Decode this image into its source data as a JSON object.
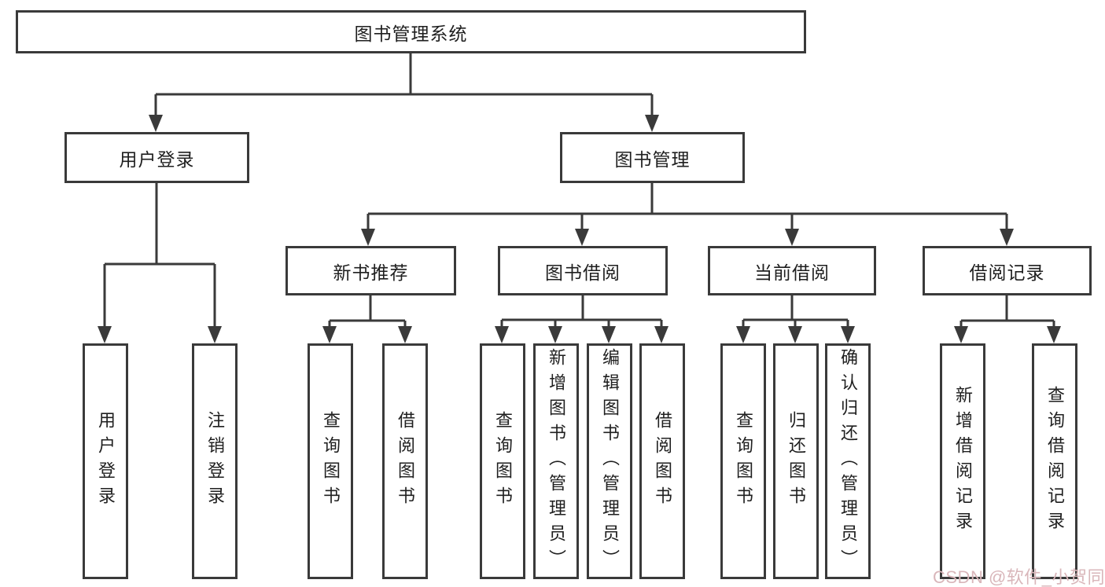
{
  "diagram": {
    "title": "图书管理系统",
    "colors": {
      "line": "#3a3a3a",
      "text": "#1f1f1f",
      "background": "#ffffff",
      "watermark": "#d9b6ba"
    },
    "nodes": {
      "root": {
        "label": "图书管理系统"
      },
      "user_login": {
        "label": "用户登录"
      },
      "book_management": {
        "label": "图书管理"
      },
      "new_book_recommend": {
        "label": "新书推荐"
      },
      "book_borrowing": {
        "label": "图书借阅"
      },
      "current_borrowing": {
        "label": "当前借阅"
      },
      "borrowing_records": {
        "label": "借阅记录"
      },
      "leaf_user_login": {
        "label": "用户登录"
      },
      "leaf_logout": {
        "label": "注销登录"
      },
      "nbr_query_books": {
        "label": "查询图书"
      },
      "nbr_borrow_books": {
        "label": "借阅图书"
      },
      "bb_query_books": {
        "label": "查询图书"
      },
      "bb_add_books": {
        "label": "新增图书（管理员）"
      },
      "bb_edit_books": {
        "label": "编辑图书（管理员）"
      },
      "bb_borrow_books": {
        "label": "借阅图书"
      },
      "cb_query_books": {
        "label": "查询图书"
      },
      "cb_return_books": {
        "label": "归还图书"
      },
      "cb_confirm_return": {
        "label": "确认归还（管理员）"
      },
      "br_add_record": {
        "label": "新增借阅记录"
      },
      "br_query_record": {
        "label": "查询借阅记录"
      }
    },
    "watermark": {
      "text": "CSDN @软件_小贺同学"
    }
  }
}
